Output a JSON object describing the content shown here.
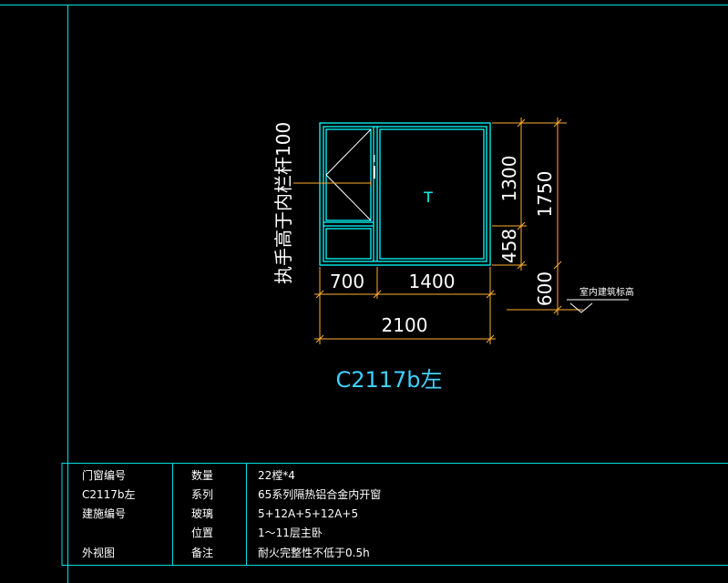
{
  "drawing": {
    "title": "C2117b左",
    "pane_mark": "T",
    "handle_note": "执手高于内栏杆100",
    "floor_label": "室内建筑标高",
    "dims": {
      "width_left": "700",
      "width_right": "1400",
      "width_total": "2100",
      "height_upper": "1300",
      "height_lower": "458",
      "height_total": "1750",
      "sill_height": "600"
    }
  },
  "table": {
    "rows": [
      [
        "门窗编号",
        "数量",
        "22樘*4"
      ],
      [
        "C2117b左",
        "系列",
        "65系列隔热铝合金内开窗"
      ],
      [
        "建施编号",
        "玻璃",
        "5+12A+5+12A+5"
      ],
      [
        "",
        "位置",
        "1～11层主卧"
      ],
      [
        "外视图",
        "备注",
        "耐火完整性不低于0.5h"
      ]
    ]
  },
  "colors": {
    "frame": "#00ffff",
    "dimension": "#ffb030",
    "handle": "#ffffff",
    "title": "#3fd0ff",
    "table_line": "#00e0e0",
    "background": "#000000"
  }
}
